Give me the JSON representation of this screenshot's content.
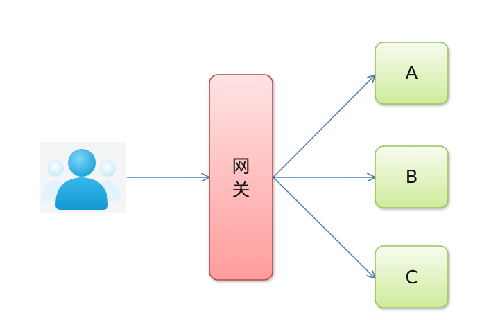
{
  "gateway": {
    "label_line1": "网",
    "label_line2": "关"
  },
  "services": [
    {
      "label": "A"
    },
    {
      "label": "B"
    },
    {
      "label": "C"
    }
  ],
  "icons": {
    "client": "users-group-icon"
  },
  "colors": {
    "edge": "#4a7fb5",
    "gateway_fill_top": "#ffd6d6",
    "gateway_fill_bottom": "#ff9e9e",
    "gateway_stroke": "#b84a4a",
    "service_fill_top": "#f4fbe6",
    "service_fill_bottom": "#d3eda6",
    "service_stroke": "#9cc55a",
    "user_blue": "#1fa6dd",
    "user_blue_light": "#8fd3f1"
  }
}
